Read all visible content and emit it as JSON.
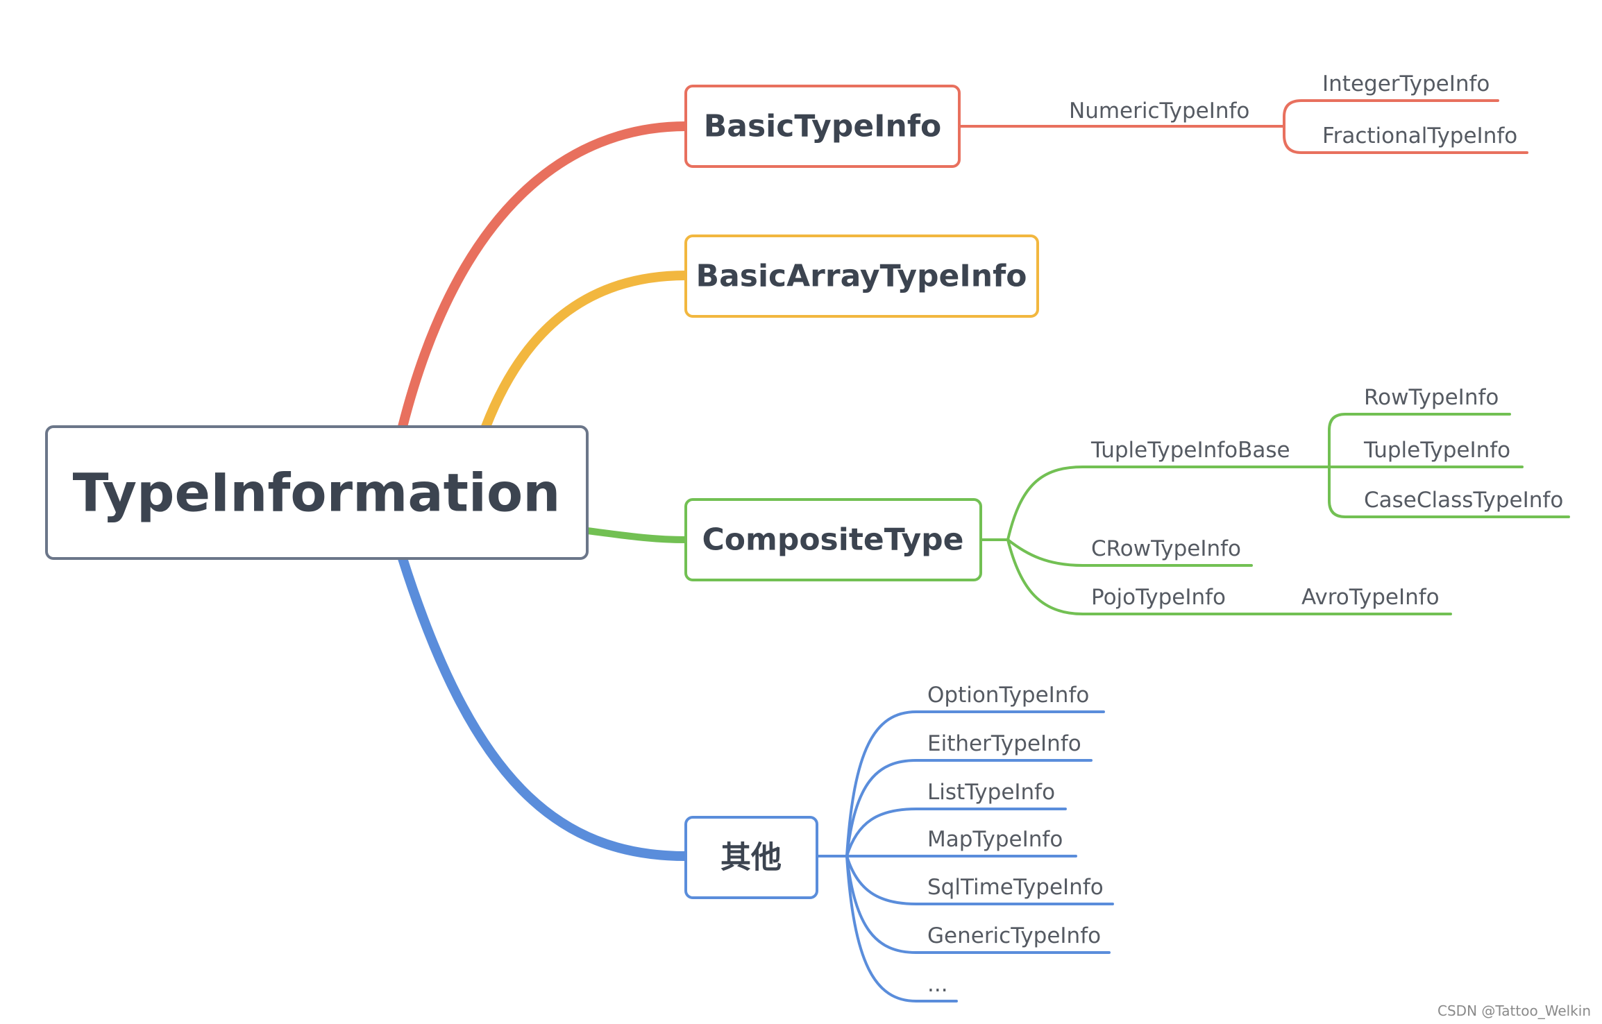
{
  "colors": {
    "root": "#6b7689",
    "basic": "#e8705e",
    "array": "#f2b73f",
    "composite": "#72c053",
    "other": "#5a8ddb",
    "text": "#3c4450",
    "leaf_text": "#555a62"
  },
  "root": {
    "label": "TypeInformation"
  },
  "branches": {
    "basic": {
      "label": "BasicTypeInfo",
      "numeric": "NumericTypeInfo",
      "integer": "IntegerTypeInfo",
      "fractional": "FractionalTypeInfo"
    },
    "array": {
      "label": "BasicArrayTypeInfo"
    },
    "composite": {
      "label": "CompositeType",
      "tuple_base": "TupleTypeInfoBase",
      "row": "RowTypeInfo",
      "tuple": "TupleTypeInfo",
      "case_class": "CaseClassTypeInfo",
      "crow": "CRowTypeInfo",
      "pojo": "PojoTypeInfo",
      "avro": "AvroTypeInfo"
    },
    "other": {
      "label": "其他",
      "children": [
        "OptionTypeInfo",
        "EitherTypeInfo",
        "ListTypeInfo",
        "MapTypeInfo",
        "SqlTimeTypeInfo",
        "GenericTypeInfo",
        "..."
      ]
    }
  },
  "watermark": "CSDN @Tattoo_Welkin"
}
